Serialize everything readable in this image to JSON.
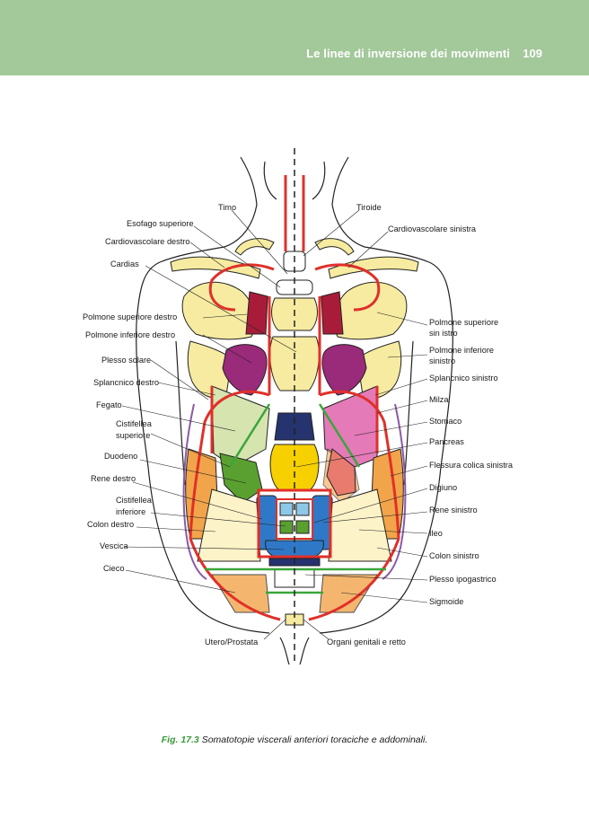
{
  "header": {
    "title": "Le linee di inversione dei movimenti",
    "page_number": "109",
    "band_color": "#a3c89a"
  },
  "figure": {
    "labels": {
      "timo": "Timo",
      "tiroide": "Tiroide",
      "esofago_superiore": "Esofago superiore",
      "cardiovascolare_sinistra": "Cardiovascolare sinistra",
      "cardiovascolare_destro": "Cardiovascolare destro",
      "cardias": "Cardias",
      "polmone_superiore_destro": "Polmone superiore destro",
      "polmone_superiore_sinistro_1": "Polmone superiore",
      "polmone_superiore_sinistro_2": "sin istro",
      "polmone_inferiore_destro": "Polmone inferiore destro",
      "polmone_inferiore_sinistro_1": "Polmone inferiore",
      "polmone_inferiore_sinistro_2": "sinistro",
      "plesso_solare": "Plesso solare",
      "splancnico_sinistro": "Splancnico sinistro",
      "splancnico_destro": "Splancnico destro",
      "milza": "Milza",
      "fegato": "Fegato",
      "stomaco": "Stomaco",
      "cistifellea_superiore_1": "Cistifellea",
      "cistifellea_superiore_2": "superiore",
      "pancreas": "Pancreas",
      "duodeno": "Duodeno",
      "flessura_colica_sinistra": "Flessura colica sinistra",
      "rene_destro": "Rene destro",
      "digiuno": "Digiuno",
      "cistifellea_inferiore_1": "Cistifellea",
      "cistifellea_inferiore_2": "inferiore",
      "rene_sinistro": "Rene sinistro",
      "colon_destro": "Colon destro",
      "ileo": "Ileo",
      "vescica": "Vescica",
      "colon_sinistro": "Colon sinistro",
      "cieco": "Cieco",
      "plesso_ipogastrico": "Plesso ipogastrico",
      "sigmoide": "Sigmoide",
      "utero_prostata": "Utero/Prostata",
      "organi_genitali": "Organi genitali e retto"
    },
    "colors": {
      "artery_red": "#e0302a",
      "nerve_green": "#3aa63a",
      "lung_yellow": "#f6eba0",
      "dark_red": "#a81c3a",
      "purple": "#9a2a7a",
      "pink": "#e47ab8",
      "orange": "#f2a44a",
      "light_green": "#d6e4b0",
      "dark_green": "#5aa030",
      "blue": "#2f78c8",
      "navy": "#25336e",
      "gold": "#f7d000",
      "light_yellow": "#fdf3c8",
      "lavender": "#8a5aa8"
    }
  },
  "caption": {
    "figure_number": "Fig. 17.3",
    "text": "Somatotopie viscerali anteriori toraciche e addominali."
  }
}
